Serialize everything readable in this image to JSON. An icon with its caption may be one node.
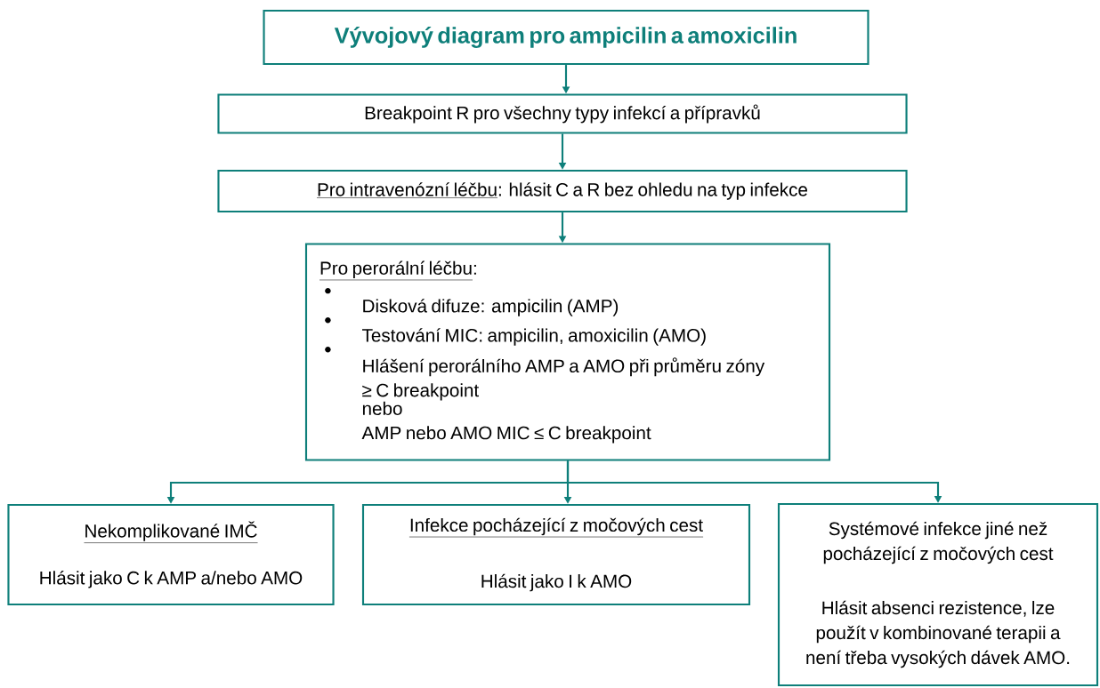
{
  "diagram": {
    "nodes": [
      {
        "text": [
          "Vývojový diagram pro ampicilin a amoxicilin"
        ]
      },
      {
        "text": [
          "Breakpoint R pro všechny typy infekcí a přípravků"
        ]
      },
      {
        "text": [
          "Pro intravenózní léčbu",
          ": hlásit C a R bez ohledu na typ infekce"
        ]
      },
      {
        "text": [
          "Pro perorální léčbu",
          ":",
          "Disková difuze: ampicilin (AMP)",
          "Testování MIC: ampicilin, amoxicilin (AMO)",
          "Hlášení perorálního AMP a AMO při průměru zóny ≥ C breakpoint",
          "nebo",
          "AMP nebo AMO MIC ≤ C breakpoint"
        ]
      },
      {
        "text": [
          "Nekomplikované IMČ",
          "Hlásit jako C k AMP a/nebo AMO"
        ]
      },
      {
        "text": [
          "Infekce pocházející z močových cest",
          "Hlásit jako I k AMO"
        ]
      },
      {
        "text": [
          "Systémové infekce jiné než pocházející z močových cest",
          "Hlásit absenci rezistence, lze použít v kombinované terapii a není třeba vysokých dávek AMO."
        ]
      }
    ],
    "edges": [
      {
        "from": 0,
        "to": 1,
        "arrow": "to"
      },
      {
        "from": 1,
        "to": 2,
        "arrow": "to"
      },
      {
        "from": 2,
        "to": 3,
        "arrow": "to"
      },
      {
        "from": 3,
        "to": 4,
        "arrow": "to"
      },
      {
        "from": 3,
        "to": 5,
        "arrow": "to"
      },
      {
        "from": 3,
        "to": 6,
        "arrow": "to"
      }
    ]
  }
}
